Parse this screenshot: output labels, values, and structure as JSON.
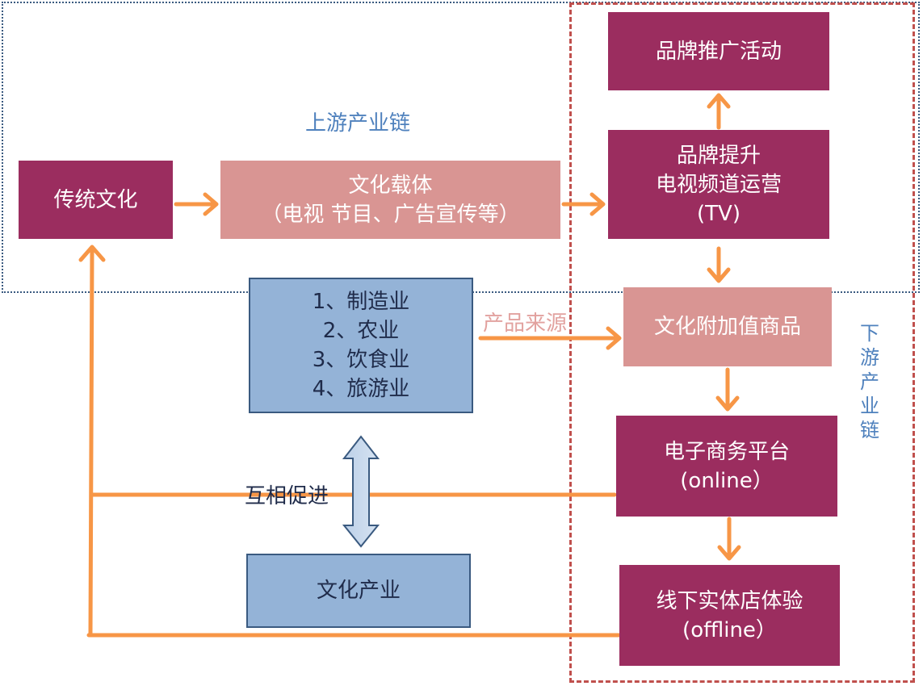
{
  "regions": {
    "upstream_label": "上游产业链",
    "downstream_label": "下游产业链"
  },
  "nodes": {
    "traditional_culture": "传统文化",
    "culture_carrier": {
      "line1": "文化载体",
      "line2": "（电视 节目、广告宣传等）"
    },
    "brand_promotion": "品牌推广活动",
    "brand_upgrade": {
      "line1": "品牌提升",
      "line2": "电视频道运营",
      "line3": "(TV)"
    },
    "industries": [
      "1、制造业",
      "2、农业",
      "3、饮食业",
      "4、旅游业"
    ],
    "culture_value_goods": "文化附加值商品",
    "ecommerce": {
      "line1": "电子商务平台",
      "line2": "(online）"
    },
    "offline_store": {
      "line1": "线下实体店体验",
      "line2": "(offline）"
    },
    "culture_industry": "文化产业"
  },
  "edge_labels": {
    "product_source": "产品来源",
    "mutual_promotion": "互相促进"
  },
  "colors": {
    "dark_box": "#9b2d5f",
    "pink_box": "#d99593",
    "blue_box": "#94b3d7",
    "arrow": "#f79646",
    "region_upstream_border": "#3a5a80",
    "region_downstream_border": "#c0504d",
    "region_label": "#4f81bd"
  }
}
